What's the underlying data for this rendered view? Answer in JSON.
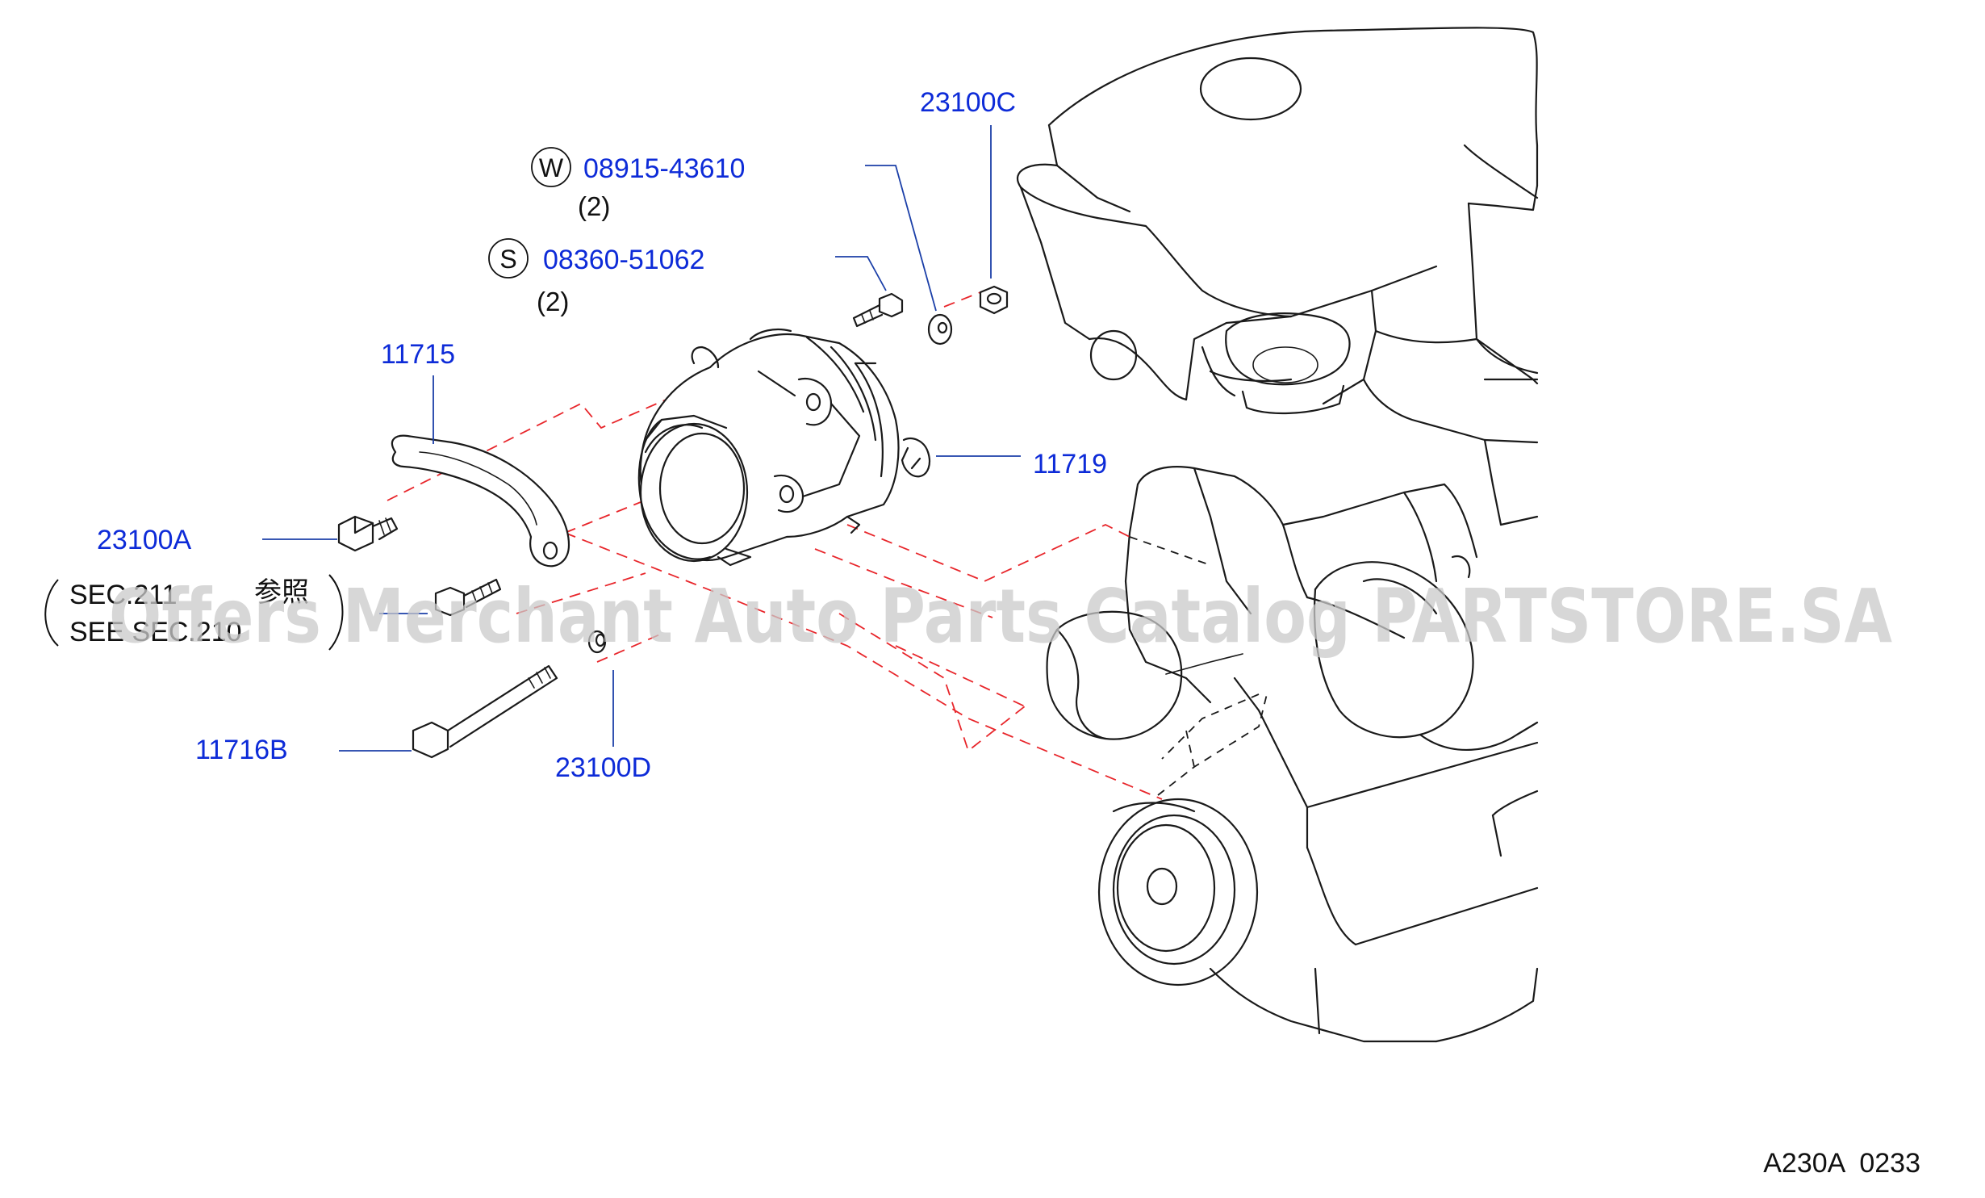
{
  "callouts": {
    "c23100C": "23100C",
    "c08915": "08915-43610",
    "c08915_qty": "(2)",
    "c08360": "08360-51062",
    "c08360_qty": "(2)",
    "c11715": "11715",
    "c11719": "11719",
    "c23100A": "23100A",
    "c11716B": "11716B",
    "c23100D": "23100D"
  },
  "markers": {
    "washer_letter": "W",
    "screw_letter": "S"
  },
  "references": {
    "sec_line1": "SEC.211",
    "sec_jp": "参照",
    "sec_line2": "SEE SEC.210"
  },
  "diagram_code": "A230A  0233",
  "watermark": "Offers Merchant Auto Parts Catalog PARTSTORE.SA",
  "colors": {
    "callout_blue": "#0d2bd8",
    "dashed_red": "#e8262b",
    "leader_blue": "#1b3fa8",
    "line_black": "#1a1a1a"
  }
}
